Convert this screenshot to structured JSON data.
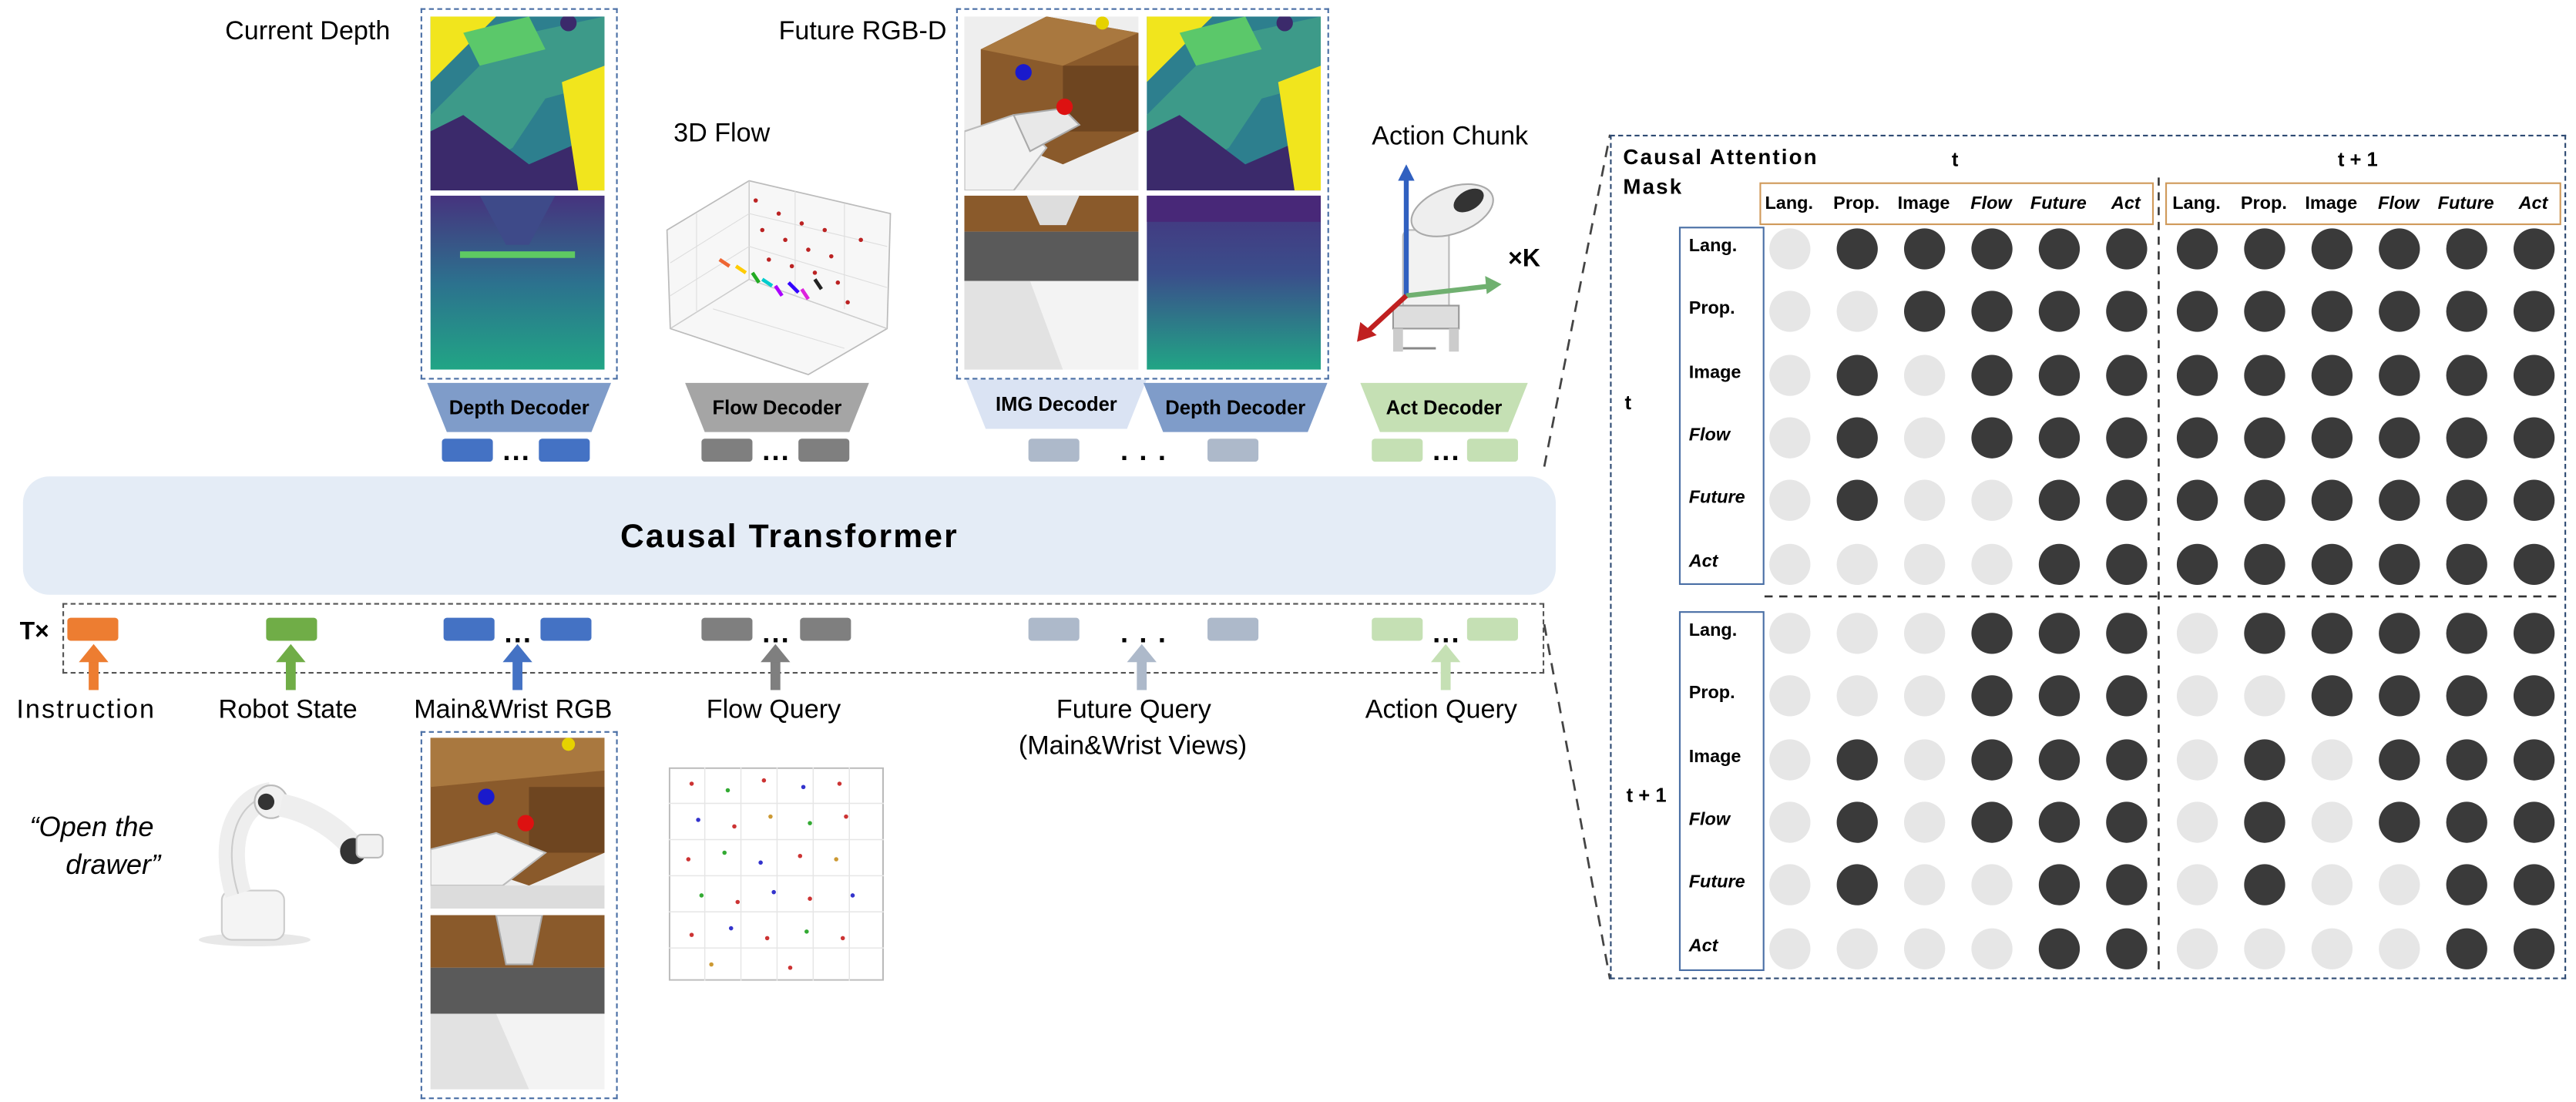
{
  "labels": {
    "current_depth": "Current Depth",
    "flow3d": "3D Flow",
    "future_rgbd": "Future RGB-D",
    "action_chunk": "Action Chunk",
    "times_k": "×K",
    "transformer": "Causal Transformer",
    "t_times": "T×",
    "instruction": "Instruction",
    "robot_state": "Robot State",
    "main_wrist_rgb": "Main&Wrist RGB",
    "flow_query": "Flow Query",
    "future_query": "Future Query",
    "future_query_sub": "(Main&Wrist Views)",
    "action_query": "Action Query",
    "quote_line1": "“Open the",
    "quote_line2": "drawer”",
    "ellipsis": "...",
    "spaced_ellipsis": ". . ."
  },
  "decoders": {
    "depth": "Depth Decoder",
    "flow": "Flow Decoder",
    "img": "IMG Decoder",
    "depth2": "Depth Decoder",
    "act": "Act Decoder"
  },
  "colors": {
    "instruction": "#ed7d31",
    "robot_state": "#70ad47",
    "rgb": "#4472c4",
    "flow": "#7f7f7f",
    "future": "#adb9ca",
    "action": "#c5e0b4",
    "transformer_bg": "#e4ecf6",
    "depth_dec": "#7f9cc9",
    "flow_dec": "#a5a5a5",
    "img_dec": "#dae3f3",
    "act_dec": "#c5e0b4",
    "header_border": "#d09a5b"
  },
  "mask": {
    "title_line1": "Causal Attention",
    "title_line2": "Mask",
    "time_labels": [
      "t",
      "t + 1"
    ],
    "columns": [
      "Lang.",
      "Prop.",
      "Image",
      "Flow",
      "Future",
      "Act",
      "Lang.",
      "Prop.",
      "Image",
      "Flow",
      "Future",
      "Act"
    ],
    "rows": [
      "Lang.",
      "Prop.",
      "Image",
      "Flow",
      "Future",
      "Act",
      "Lang.",
      "Prop.",
      "Image",
      "Flow",
      "Future",
      "Act"
    ],
    "italic_labels": [
      "Flow",
      "Future",
      "Act"
    ],
    "grid": [
      [
        0,
        1,
        1,
        1,
        1,
        1,
        1,
        1,
        1,
        1,
        1,
        1
      ],
      [
        0,
        0,
        1,
        1,
        1,
        1,
        1,
        1,
        1,
        1,
        1,
        1
      ],
      [
        0,
        1,
        0,
        1,
        1,
        1,
        1,
        1,
        1,
        1,
        1,
        1
      ],
      [
        0,
        1,
        0,
        1,
        1,
        1,
        1,
        1,
        1,
        1,
        1,
        1
      ],
      [
        0,
        1,
        0,
        0,
        1,
        1,
        1,
        1,
        1,
        1,
        1,
        1
      ],
      [
        0,
        0,
        0,
        0,
        1,
        1,
        1,
        1,
        1,
        1,
        1,
        1
      ],
      [
        0,
        0,
        0,
        1,
        1,
        1,
        0,
        1,
        1,
        1,
        1,
        1
      ],
      [
        0,
        0,
        0,
        1,
        1,
        1,
        0,
        0,
        1,
        1,
        1,
        1
      ],
      [
        0,
        1,
        0,
        1,
        1,
        1,
        0,
        1,
        0,
        1,
        1,
        1
      ],
      [
        0,
        1,
        0,
        1,
        1,
        1,
        0,
        1,
        0,
        1,
        1,
        1
      ],
      [
        0,
        1,
        0,
        0,
        1,
        1,
        0,
        1,
        0,
        0,
        1,
        1
      ],
      [
        0,
        0,
        0,
        0,
        1,
        1,
        0,
        0,
        0,
        0,
        1,
        1
      ]
    ]
  }
}
